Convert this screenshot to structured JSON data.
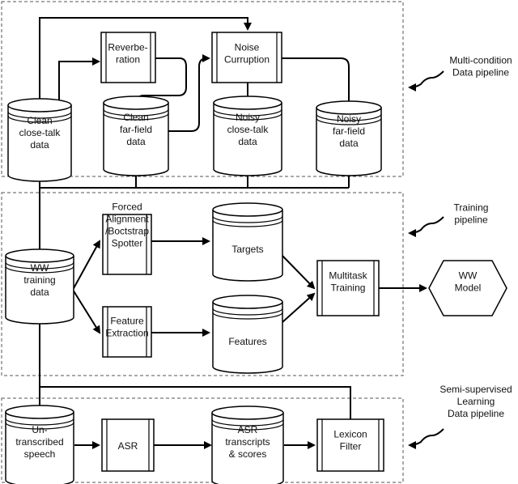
{
  "sections": {
    "multi_condition": {
      "label": [
        "Multi-condition",
        "Data pipeline"
      ]
    },
    "training": {
      "label": [
        "Training",
        "pipeline"
      ]
    },
    "semi_supervised": {
      "label": [
        "Semi-supervised",
        "Learning",
        "Data pipeline"
      ]
    }
  },
  "nodes": {
    "clean_close_talk": {
      "lines": [
        "Clean",
        "close-talk",
        "data"
      ]
    },
    "reverberation": {
      "lines": [
        "Reverbe-",
        "ration"
      ]
    },
    "clean_far_field": {
      "lines": [
        "Clean",
        "far-field",
        "data"
      ]
    },
    "noise_corruption": {
      "lines": [
        "Noise",
        "Curruption"
      ]
    },
    "noisy_close_talk": {
      "lines": [
        "Noisy",
        "close-talk",
        "data"
      ]
    },
    "noisy_far_field": {
      "lines": [
        "Noisy",
        "far-field",
        "data"
      ]
    },
    "ww_training_data": {
      "lines": [
        "WW",
        "training",
        "data"
      ]
    },
    "forced_alignment": {
      "lines": [
        "Forced",
        "Alignment",
        "/Boctstrap",
        "Spotter"
      ]
    },
    "feature_extraction": {
      "lines": [
        "Feature",
        "Extraction"
      ]
    },
    "targets": {
      "lines": [
        "Targets"
      ]
    },
    "features": {
      "lines": [
        "Features"
      ]
    },
    "multitask_training": {
      "lines": [
        "Multitask",
        "Training"
      ]
    },
    "ww_model": {
      "lines": [
        "WW",
        "Model"
      ]
    },
    "untranscribed_speech": {
      "lines": [
        "Un-",
        "transcribed",
        "speech"
      ]
    },
    "asr": {
      "lines": [
        "ASR"
      ]
    },
    "asr_transcripts": {
      "lines": [
        "ASR",
        "transcripts",
        "& scores"
      ]
    },
    "lexicon_filter": {
      "lines": [
        "Lexicon",
        "Filter"
      ]
    }
  }
}
